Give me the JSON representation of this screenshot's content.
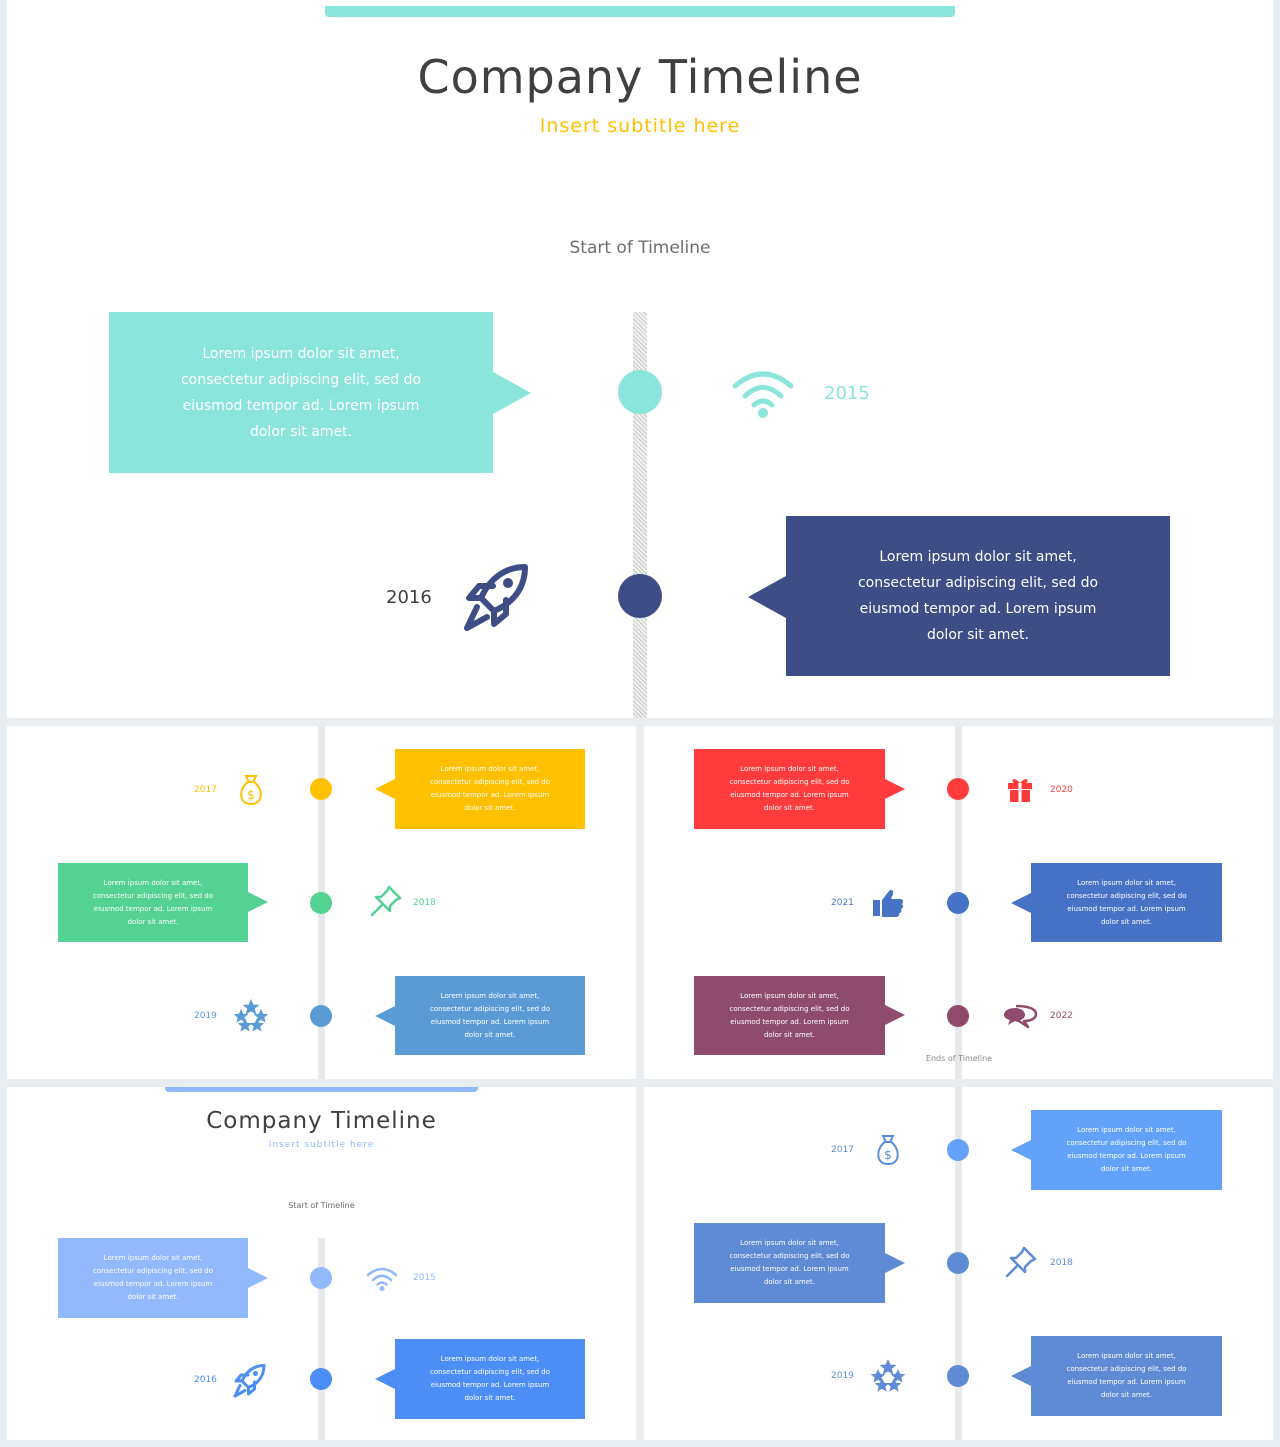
{
  "colors": {
    "teal": "#8be5da",
    "navy": "#3e4d85",
    "yellow": "#ffc000",
    "green": "#53d293",
    "steel": "#5b9bd5",
    "red": "#ff3b3b",
    "royal": "#4673c6",
    "plum": "#8e4b6e",
    "lightblue": "#91b9fb",
    "bright": "#4d8ef6",
    "sky": "#63a2fa",
    "muted": "#5e8bd3"
  },
  "main": {
    "title": "Company Timeline",
    "subtitle": "Insert  subtitle  here",
    "start_label": "Start  of  Timeline",
    "items": [
      {
        "year": "2015",
        "icon": "wifi-icon",
        "text": "Lorem  ipsum  dolor  sit amet, consectetur  adipiscing  elit,  sed do eiusmod  tempor  ad.  Lorem  ipsum dolor sit amet."
      },
      {
        "year": "2016",
        "icon": "rocket-icon",
        "text": "Lorem  ipsum  dolor  sit amet, consectetur  adipiscing  elit,  sed do eiusmod  tempor  ad.  Lorem  ipsum dolor sit amet."
      }
    ]
  },
  "left_mid": {
    "items": [
      {
        "year": "2017",
        "icon": "money-bag-icon",
        "text": "Lorem  ipsum  dolor  sit amet, consectetur  adipiscing  elit,  sed do eiusmod  tempor  ad.  Lorem  ipsum dolor sit amet."
      },
      {
        "year": "2018",
        "icon": "pushpin-icon",
        "text": "Lorem  ipsum  dolor  sit amet, consectetur  adipiscing  elit,  sed do eiusmod  tempor  ad.  Lorem  ipsum dolor sit amet."
      },
      {
        "year": "2019",
        "icon": "stars-icon",
        "text": "Lorem  ipsum  dolor  sit amet, consectetur  adipiscing  elit,  sed do eiusmod  tempor  ad.  Lorem  ipsum dolor sit amet."
      }
    ]
  },
  "right_mid": {
    "end_label": "Ends  of  Timeline",
    "items": [
      {
        "year": "2020",
        "icon": "gift-icon",
        "text": "Lorem  ipsum  dolor  sit amet, consectetur  adipiscing  elit,  sed do eiusmod  tempor  ad.  Lorem  ipsum dolor sit amet."
      },
      {
        "year": "2021",
        "icon": "thumbs-up-icon",
        "text": "Lorem  ipsum  dolor  sit amet, consectetur  adipiscing  elit,  sed do eiusmod  tempor  ad.  Lorem  ipsum dolor sit amet."
      },
      {
        "year": "2022",
        "icon": "chat-bubbles-icon",
        "text": "Lorem  ipsum  dolor  sit amet, consectetur  adipiscing  elit,  sed do eiusmod  tempor  ad.  Lorem  ipsum dolor sit amet."
      }
    ]
  },
  "left_bottom": {
    "title": "Company Timeline",
    "subtitle": "Insert  subtitle  here",
    "start_label": "Start  of  Timeline",
    "items": [
      {
        "year": "2015",
        "icon": "wifi-icon",
        "text": "Lorem  ipsum  dolor  sit amet, consectetur  adipiscing  elit,  sed do eiusmod  tempor  ad.  Lorem  ipsum dolor sit amet."
      },
      {
        "year": "2016",
        "icon": "rocket-icon",
        "text": "Lorem  ipsum  dolor  sit amet, consectetur  adipiscing  elit,  sed do eiusmod  tempor  ad.  Lorem  ipsum dolor sit amet."
      }
    ]
  },
  "right_bottom": {
    "items": [
      {
        "year": "2017",
        "icon": "money-bag-icon",
        "text": "Lorem  ipsum  dolor  sit amet, consectetur  adipiscing  elit,  sed do eiusmod  tempor  ad.  Lorem  ipsum dolor sit amet."
      },
      {
        "year": "2018",
        "icon": "pushpin-icon",
        "text": "Lorem  ipsum  dolor  sit amet, consectetur  adipiscing  elit,  sed do eiusmod  tempor  ad.  Lorem  ipsum dolor sit amet."
      },
      {
        "year": "2019",
        "icon": "stars-icon",
        "text": "Lorem  ipsum  dolor  sit amet, consectetur  adipiscing  elit,  sed do eiusmod  tempor  ad.  Lorem  ipsum dolor sit amet."
      }
    ]
  }
}
